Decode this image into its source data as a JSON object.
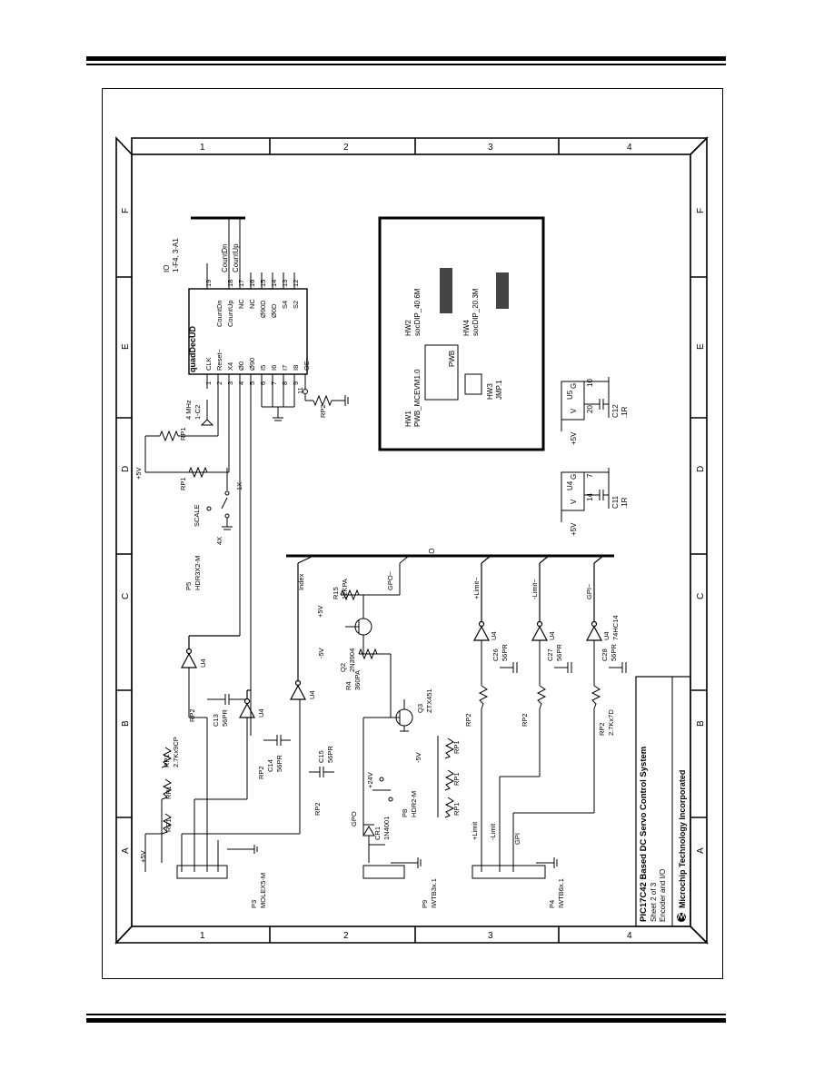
{
  "title_block": {
    "title": "PIC17C42 Based DC Servo Control System",
    "sheet": "Sheet 2 of 3",
    "subtitle": "Encoder and I/O",
    "company": "Microchip Technology Incorporated"
  },
  "border": {
    "cols": [
      "1",
      "2",
      "3",
      "4"
    ],
    "rows": [
      "A",
      "B",
      "C",
      "D",
      "E",
      "F"
    ]
  },
  "decoder": {
    "name": "quadDecUD",
    "left_pins": [
      {
        "num": "1",
        "label": "CLK"
      },
      {
        "num": "2",
        "label": "Reset~"
      },
      {
        "num": "3",
        "label": "X4"
      },
      {
        "num": "4",
        "label": "Ø0"
      },
      {
        "num": "5",
        "label": "Ø90"
      },
      {
        "num": "6",
        "label": "I5"
      },
      {
        "num": "7",
        "label": "I6"
      },
      {
        "num": "8",
        "label": "I7"
      },
      {
        "num": "9",
        "label": "I8"
      },
      {
        "num": "11",
        "label": "OE~"
      }
    ],
    "right_pins": [
      {
        "num": "19",
        "label": "CountDn"
      },
      {
        "num": "18",
        "label": "CountUp"
      },
      {
        "num": "17",
        "label": "NC"
      },
      {
        "num": "16",
        "label": "NC"
      },
      {
        "num": "15",
        "label": "Ø90D"
      },
      {
        "num": "14",
        "label": "Ø0D"
      },
      {
        "num": "13",
        "label": "S4"
      },
      {
        "num": "12",
        "label": "S2"
      }
    ]
  },
  "io_bus": {
    "label": "IO",
    "ref": "1-F4, 3-A1",
    "countdn": "CountDn",
    "countup": "CountUp"
  },
  "labels": {
    "plus5v": "+5V",
    "plus24v": "+24V",
    "minus5v": "-5V",
    "io": "IO",
    "index": "Index",
    "gpo": "GPO~",
    "gpo_plain": "GPO",
    "gpi": "GPI",
    "gpi_bar": "GPI~",
    "plus_limit": "+Limit",
    "minus_limit": "-Limit",
    "plus_limit_bar": "+Limit~",
    "minus_limit_bar": "-Limit~",
    "scale": "SCALE",
    "x1": "1X",
    "x4": "4X",
    "osc_freq": "4 MHz",
    "osc_ref": "1-C2"
  },
  "components": {
    "rp1": "RP1",
    "rp2": "RP2",
    "rp2_value": "2.7Kx7D",
    "rp1_value": "2.7Kx9CP",
    "u4": "U4",
    "u4_type": "74HC14",
    "u5": "U5",
    "r15": "R15",
    "r15_value": "12KPA",
    "r4": "R4",
    "r4_value": "360PA",
    "q2": "Q2",
    "q2_type": "2N3904",
    "q3": "Q3",
    "q3_type": "ZTX451",
    "cr1": "CR1",
    "cr1_type": "1N4001",
    "c13": "C13",
    "c14": "C14",
    "c15": "C15",
    "c26": "C26",
    "c27": "C27",
    "c28": "C28",
    "c11": "C11",
    "c12": "C12",
    "cap_value": "56PR",
    "decap_value": ".1R",
    "p3": "P3",
    "p3_type": "MOLEX5-M",
    "p4": "P4",
    "p4_type": "IWTB6x.1",
    "p5": "P5",
    "p5_type": "HDR3X2-M",
    "p8": "P8",
    "p8_type": "HDR2-M",
    "p9": "P9",
    "p9_type": "IWTB3x.1"
  },
  "hardware_box": {
    "hw1": "HW1",
    "hw1_desc": "PWB_MCEVM1.0",
    "pwb": "PWB",
    "hw2": "HW2",
    "hw2_desc": "socDIP_40.6M",
    "hw3": "HW3",
    "hw3_desc": "JMP.1",
    "hw4": "HW4",
    "hw4_desc": "socDIP_20.3M"
  },
  "power": {
    "v": "V",
    "g": "G",
    "u4_pins": [
      "14",
      "7"
    ],
    "u5_pins": [
      "20",
      "10"
    ]
  }
}
